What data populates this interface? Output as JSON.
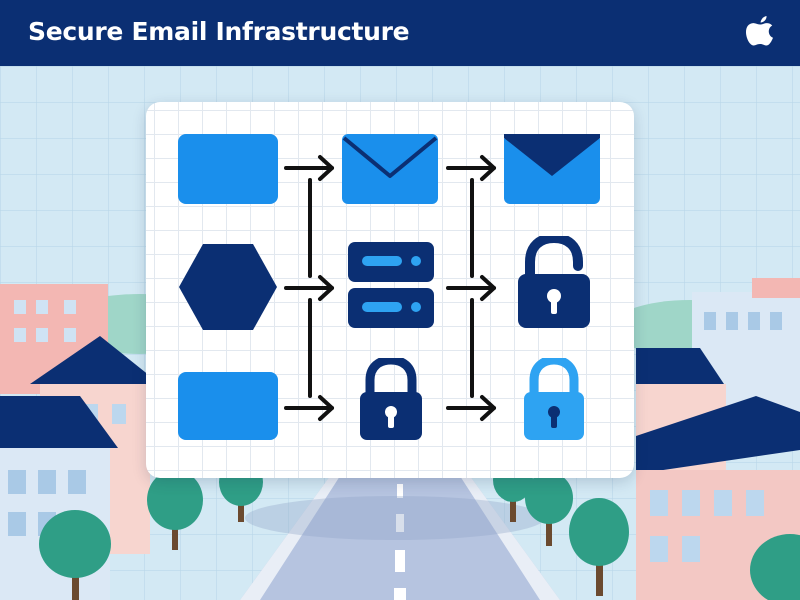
{
  "header": {
    "title": "Secure Email Infrastructure",
    "logo_icon": "apple-logo-icon"
  },
  "colors": {
    "header_bg": "#0b2f73",
    "navy": "#0b2f73",
    "blue": "#1a8fec",
    "light_blue": "#2ea3f2",
    "arrow": "#111111",
    "card_bg": "#ffffff",
    "grid": "#e2e8ef"
  },
  "diagram": {
    "rows": 3,
    "columns": 3,
    "nodes": [
      {
        "row": 1,
        "col": 1,
        "shape": "rectangle",
        "icon": "blue-rectangle-icon",
        "color": "#1a8fec"
      },
      {
        "row": 1,
        "col": 2,
        "shape": "envelope",
        "icon": "envelope-icon",
        "color": "#1a8fec"
      },
      {
        "row": 1,
        "col": 3,
        "shape": "envelope",
        "icon": "envelope-icon",
        "color": "#1a8fec"
      },
      {
        "row": 2,
        "col": 1,
        "shape": "hexagon",
        "icon": "hexagon-icon",
        "color": "#0b2f73"
      },
      {
        "row": 2,
        "col": 2,
        "shape": "server",
        "icon": "server-icon",
        "color": "#0b2f73"
      },
      {
        "row": 2,
        "col": 3,
        "shape": "padlock",
        "icon": "padlock-icon",
        "color": "#0b2f73"
      },
      {
        "row": 3,
        "col": 1,
        "shape": "rectangle",
        "icon": "blue-rectangle-icon",
        "color": "#1a8fec"
      },
      {
        "row": 3,
        "col": 2,
        "shape": "padlock",
        "icon": "padlock-icon",
        "color": "#0b2f73"
      },
      {
        "row": 3,
        "col": 3,
        "shape": "padlock",
        "icon": "padlock-icon",
        "color": "#2ea3f2"
      }
    ],
    "connectors": [
      {
        "from": "column-1",
        "to": "column-2",
        "icon": "bracket-arrow-icon"
      },
      {
        "from": "column-2",
        "to": "column-3",
        "icon": "bracket-arrow-icon"
      }
    ]
  }
}
